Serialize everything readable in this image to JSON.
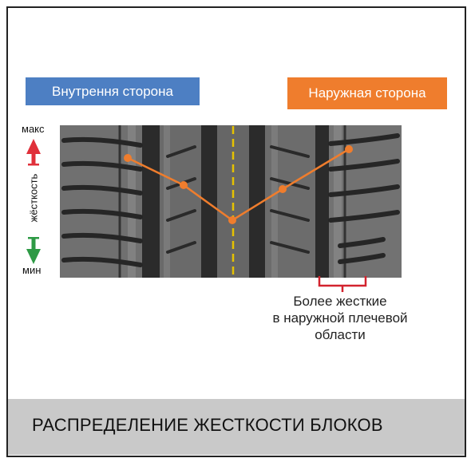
{
  "labels": {
    "inner_side": "Внутрення сторона",
    "outer_side": "Наружная сторона"
  },
  "axis": {
    "max": "макс",
    "min": "мин",
    "label": "жёсткость"
  },
  "annotation": {
    "lines": [
      "Более жесткие",
      "в наружной плечевой",
      "области"
    ]
  },
  "footer": {
    "title": "РАСПРЕДЕЛЕНИЕ ЖЕСТКОСТИ БЛОКОВ"
  },
  "colors": {
    "inner_side": "#4d7fc3",
    "outer_side": "#ef7d2d",
    "profile_line": "#ef7d2d",
    "max_arrow": "#e0303a",
    "min_arrow": "#2e9a45",
    "bracket": "#d3232e",
    "center_line": "#e6c200",
    "footer_bg": "#c9c9c9"
  }
}
